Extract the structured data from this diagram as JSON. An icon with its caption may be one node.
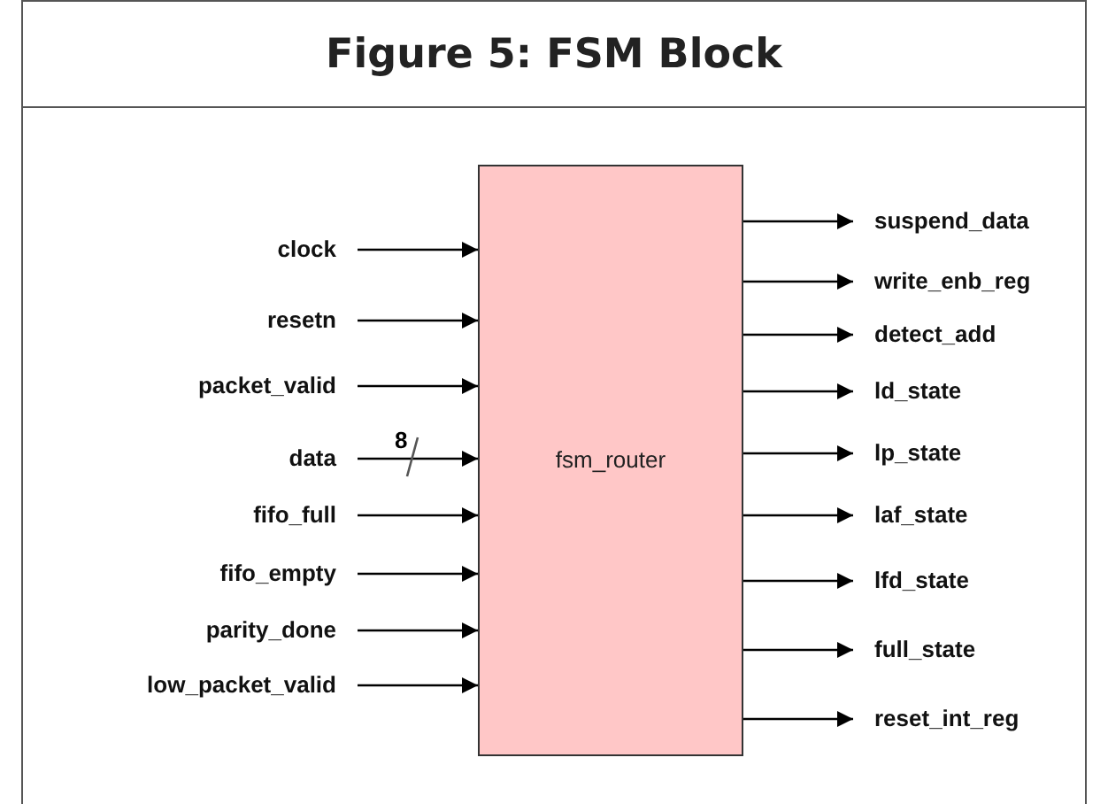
{
  "diagram": {
    "title": "Figure 5: FSM Block",
    "nodes": [
      {
        "text": [
          "fsm_router"
        ]
      },
      {
        "text": [
          "clock"
        ]
      },
      {
        "text": [
          "resetn"
        ]
      },
      {
        "text": [
          "packet_valid"
        ]
      },
      {
        "text": [
          "data"
        ]
      },
      {
        "text": [
          "fifo_full"
        ]
      },
      {
        "text": [
          "fifo_empty"
        ]
      },
      {
        "text": [
          "parity_done"
        ]
      },
      {
        "text": [
          "low_packet_valid"
        ]
      },
      {
        "text": [
          "suspend_data"
        ]
      },
      {
        "text": [
          "write_enb_reg"
        ]
      },
      {
        "text": [
          "detect_add"
        ]
      },
      {
        "text": [
          "ld_state"
        ]
      },
      {
        "text": [
          "lp_state"
        ]
      },
      {
        "text": [
          "laf_state"
        ]
      },
      {
        "text": [
          "lfd_state"
        ]
      },
      {
        "text": [
          "full_state"
        ]
      },
      {
        "text": [
          "reset_int_reg"
        ]
      }
    ],
    "edges": [
      {
        "from": 1,
        "to": 0,
        "arrow": "to"
      },
      {
        "from": 2,
        "to": 0,
        "arrow": "to"
      },
      {
        "from": 3,
        "to": 0,
        "arrow": "to"
      },
      {
        "from": 4,
        "to": 0,
        "arrow": "to",
        "label": "8"
      },
      {
        "from": 5,
        "to": 0,
        "arrow": "to"
      },
      {
        "from": 6,
        "to": 0,
        "arrow": "to"
      },
      {
        "from": 7,
        "to": 0,
        "arrow": "to"
      },
      {
        "from": 8,
        "to": 0,
        "arrow": "to"
      },
      {
        "from": 0,
        "to": 9,
        "arrow": "to"
      },
      {
        "from": 0,
        "to": 10,
        "arrow": "to"
      },
      {
        "from": 0,
        "to": 11,
        "arrow": "to"
      },
      {
        "from": 0,
        "to": 12,
        "arrow": "to"
      },
      {
        "from": 0,
        "to": 13,
        "arrow": "to"
      },
      {
        "from": 0,
        "to": 14,
        "arrow": "to"
      },
      {
        "from": 0,
        "to": 15,
        "arrow": "to"
      },
      {
        "from": 0,
        "to": 16,
        "arrow": "to"
      },
      {
        "from": 0,
        "to": 17,
        "arrow": "to"
      }
    ]
  }
}
